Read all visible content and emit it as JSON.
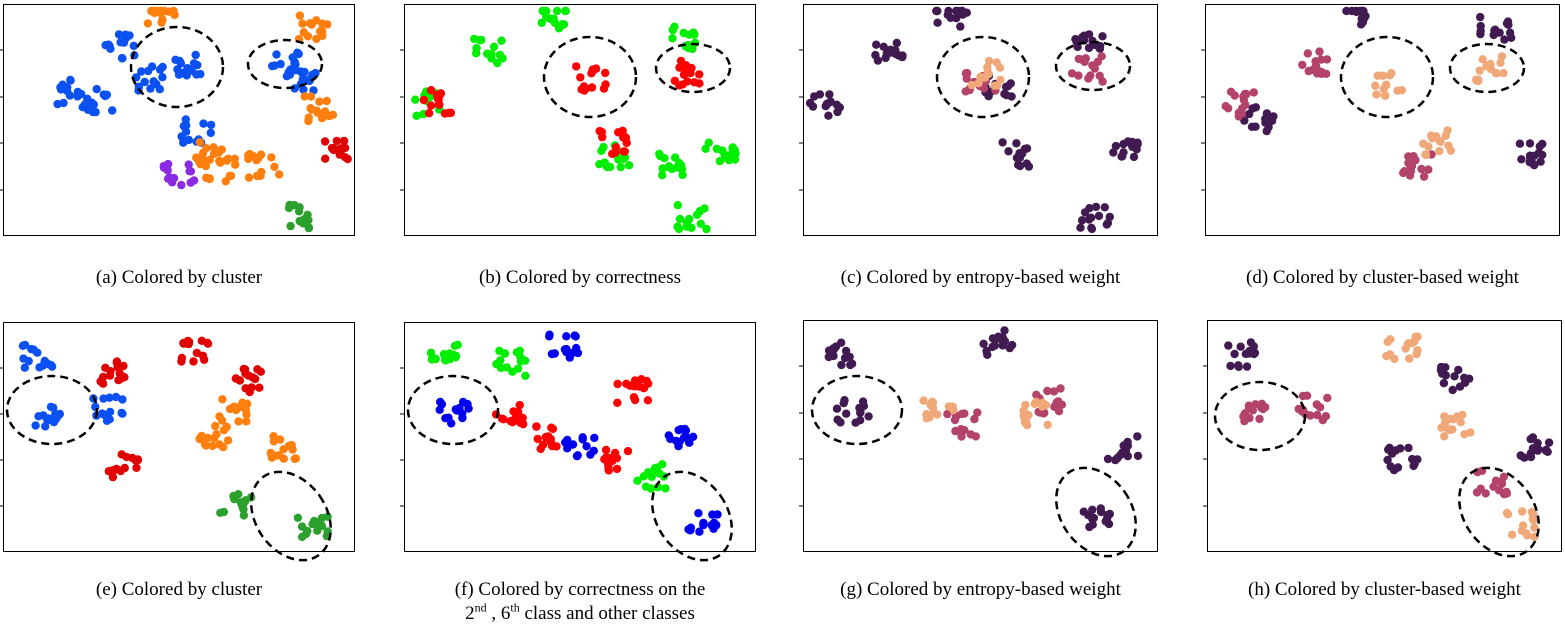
{
  "colors": {
    "cluster_blue": "#0b50f0",
    "cluster_orange": "#ff7f0e",
    "cluster_red": "#e00000",
    "cluster_purple": "#8a2be2",
    "cluster_green": "#2ca02c",
    "correct_green": "#00ee00",
    "incorrect_red": "#ff0000",
    "correct_blue": "#0000ee",
    "weight_low": "#401a50",
    "weight_mid": "#b3436a",
    "weight_high": "#f0a878"
  },
  "panels": [
    {
      "id": "a",
      "caption": "(a) Colored by cluster"
    },
    {
      "id": "b",
      "caption": "(b) Colored by correctness"
    },
    {
      "id": "c",
      "caption": "(c) Colored by entropy-based weight"
    },
    {
      "id": "d",
      "caption": "(d) Colored by cluster-based weight"
    },
    {
      "id": "e",
      "caption": "(e) Colored by cluster"
    },
    {
      "id": "f",
      "caption_line1": "(f) Colored by correctness on the",
      "caption_ord2": "2",
      "caption_sup2": "nd",
      "caption_sep": " , ",
      "caption_ord6": "6",
      "caption_sup6": "th",
      "caption_tail": " class and other classes"
    },
    {
      "id": "g",
      "caption": "(g) Colored by entropy-based weight"
    },
    {
      "id": "h",
      "caption": "(h) Colored by cluster-based weight"
    }
  ],
  "chart_data": [
    {
      "type": "scatter",
      "title": "",
      "xlabel": "",
      "ylabel": "",
      "colored_by": "cluster",
      "groups": [
        {
          "color": "cluster_blue",
          "points": [
            [
              0.18,
              0.62
            ],
            [
              0.27,
              0.58
            ],
            [
              0.33,
              0.82
            ],
            [
              0.42,
              0.68
            ],
            [
              0.53,
              0.74
            ],
            [
              0.55,
              0.45
            ],
            [
              0.8,
              0.74
            ],
            [
              0.85,
              0.66
            ]
          ]
        },
        {
          "color": "cluster_orange",
          "points": [
            [
              0.45,
              0.97
            ],
            [
              0.58,
              0.35
            ],
            [
              0.62,
              0.28
            ],
            [
              0.74,
              0.3
            ],
            [
              0.88,
              0.9
            ],
            [
              0.9,
              0.55
            ]
          ]
        },
        {
          "color": "cluster_red",
          "points": [
            [
              0.95,
              0.36
            ]
          ]
        },
        {
          "color": "cluster_purple",
          "points": [
            [
              0.5,
              0.26
            ]
          ]
        },
        {
          "color": "cluster_green",
          "points": [
            [
              0.84,
              0.08
            ]
          ]
        }
      ],
      "highlight_regions": 2
    },
    {
      "type": "scatter",
      "title": "",
      "xlabel": "",
      "ylabel": "",
      "colored_by": "correctness",
      "groups": [
        {
          "color": "correct_green",
          "points": [
            [
              0.06,
              0.57
            ],
            [
              0.24,
              0.8
            ],
            [
              0.42,
              0.95
            ],
            [
              0.8,
              0.85
            ],
            [
              0.6,
              0.35
            ],
            [
              0.75,
              0.3
            ],
            [
              0.9,
              0.36
            ],
            [
              0.82,
              0.08
            ]
          ]
        },
        {
          "color": "incorrect_red",
          "points": [
            [
              0.53,
              0.68
            ],
            [
              0.8,
              0.7
            ],
            [
              0.6,
              0.4
            ],
            [
              0.1,
              0.58
            ]
          ]
        }
      ],
      "highlight_regions": 2
    },
    {
      "type": "scatter",
      "title": "",
      "xlabel": "",
      "ylabel": "",
      "colored_by": "entropy-based weight",
      "groups": [
        {
          "color": "weight_low",
          "points": [
            [
              0.06,
              0.57
            ],
            [
              0.24,
              0.8
            ],
            [
              0.42,
              0.95
            ],
            [
              0.8,
              0.85
            ],
            [
              0.6,
              0.35
            ],
            [
              0.9,
              0.36
            ],
            [
              0.82,
              0.08
            ],
            [
              0.55,
              0.65
            ]
          ]
        },
        {
          "color": "weight_mid",
          "points": [
            [
              0.5,
              0.66
            ],
            [
              0.8,
              0.72
            ]
          ]
        },
        {
          "color": "weight_high",
          "points": [
            [
              0.52,
              0.7
            ]
          ]
        }
      ],
      "highlight_regions": 2
    },
    {
      "type": "scatter",
      "title": "",
      "xlabel": "",
      "ylabel": "",
      "colored_by": "cluster-based weight",
      "groups": [
        {
          "color": "weight_low",
          "points": [
            [
              0.42,
              0.95
            ],
            [
              0.82,
              0.9
            ],
            [
              0.92,
              0.36
            ],
            [
              0.15,
              0.5
            ]
          ]
        },
        {
          "color": "weight_mid",
          "points": [
            [
              0.1,
              0.57
            ],
            [
              0.3,
              0.75
            ],
            [
              0.6,
              0.3
            ]
          ]
        },
        {
          "color": "weight_high",
          "points": [
            [
              0.52,
              0.66
            ],
            [
              0.8,
              0.72
            ],
            [
              0.65,
              0.4
            ]
          ]
        }
      ],
      "highlight_regions": 2
    },
    {
      "type": "scatter",
      "title": "",
      "xlabel": "",
      "ylabel": "",
      "colored_by": "cluster",
      "groups": [
        {
          "color": "cluster_blue",
          "points": [
            [
              0.12,
              0.6
            ],
            [
              0.3,
              0.62
            ],
            [
              0.1,
              0.85
            ]
          ]
        },
        {
          "color": "cluster_red",
          "points": [
            [
              0.55,
              0.88
            ],
            [
              0.7,
              0.75
            ],
            [
              0.3,
              0.78
            ],
            [
              0.34,
              0.38
            ]
          ]
        },
        {
          "color": "cluster_orange",
          "points": [
            [
              0.6,
              0.5
            ],
            [
              0.8,
              0.45
            ],
            [
              0.65,
              0.62
            ]
          ]
        },
        {
          "color": "cluster_green",
          "points": [
            [
              0.88,
              0.12
            ],
            [
              0.66,
              0.2
            ]
          ]
        }
      ],
      "highlight_regions": 2
    },
    {
      "type": "scatter",
      "title": "",
      "xlabel": "",
      "ylabel": "",
      "colored_by": "correctness on the 2nd, 6th class and other classes",
      "groups": [
        {
          "color": "correct_blue",
          "points": [
            [
              0.14,
              0.6
            ],
            [
              0.45,
              0.9
            ],
            [
              0.78,
              0.5
            ],
            [
              0.85,
              0.12
            ],
            [
              0.5,
              0.45
            ]
          ]
        },
        {
          "color": "incorrect_red",
          "points": [
            [
              0.65,
              0.7
            ],
            [
              0.3,
              0.6
            ],
            [
              0.4,
              0.5
            ],
            [
              0.6,
              0.4
            ]
          ]
        },
        {
          "color": "correct_green",
          "points": [
            [
              0.12,
              0.85
            ],
            [
              0.7,
              0.33
            ],
            [
              0.3,
              0.82
            ]
          ]
        }
      ],
      "highlight_regions": 2
    },
    {
      "type": "scatter",
      "title": "",
      "xlabel": "",
      "ylabel": "",
      "colored_by": "entropy-based weight",
      "groups": [
        {
          "color": "weight_low",
          "points": [
            [
              0.14,
              0.6
            ],
            [
              0.55,
              0.9
            ],
            [
              0.82,
              0.15
            ],
            [
              0.9,
              0.45
            ],
            [
              0.1,
              0.85
            ]
          ]
        },
        {
          "color": "weight_mid",
          "points": [
            [
              0.7,
              0.65
            ],
            [
              0.45,
              0.55
            ]
          ]
        },
        {
          "color": "weight_high",
          "points": [
            [
              0.65,
              0.6
            ],
            [
              0.38,
              0.6
            ]
          ]
        }
      ],
      "highlight_regions": 2
    },
    {
      "type": "scatter",
      "title": "",
      "xlabel": "",
      "ylabel": "",
      "colored_by": "cluster-based weight",
      "groups": [
        {
          "color": "weight_low",
          "points": [
            [
              0.1,
              0.85
            ],
            [
              0.7,
              0.75
            ],
            [
              0.92,
              0.45
            ],
            [
              0.55,
              0.4
            ]
          ]
        },
        {
          "color": "weight_mid",
          "points": [
            [
              0.14,
              0.6
            ],
            [
              0.3,
              0.62
            ],
            [
              0.8,
              0.3
            ]
          ]
        },
        {
          "color": "weight_high",
          "points": [
            [
              0.55,
              0.88
            ],
            [
              0.7,
              0.55
            ],
            [
              0.88,
              0.12
            ]
          ]
        }
      ],
      "highlight_regions": 2
    }
  ]
}
